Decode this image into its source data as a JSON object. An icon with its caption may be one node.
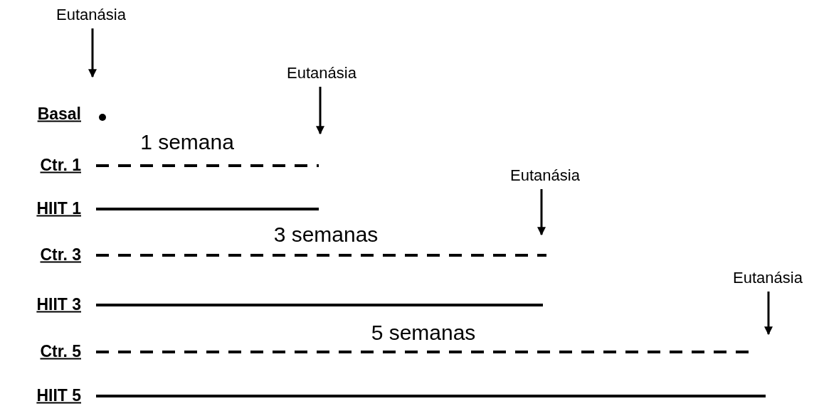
{
  "diagram": {
    "nodes": [
      {
        "text": [
          "Eutanásia"
        ]
      },
      {
        "text": [
          "Eutanásia"
        ]
      },
      {
        "text": [
          "Eutanásia"
        ]
      },
      {
        "text": [
          "Eutanásia"
        ]
      }
    ],
    "edges": [
      {
        "from": 0,
        "to": null,
        "arrow": "to"
      },
      {
        "from": 1,
        "to": null,
        "arrow": "to"
      },
      {
        "from": 2,
        "to": null,
        "arrow": "to"
      },
      {
        "from": 3,
        "to": null,
        "arrow": "to"
      }
    ],
    "labels": [
      "Basal",
      "1 semana",
      "Ctr. 1",
      "HIIT 1",
      "3 semanas",
      "Ctr. 3",
      "HIIT 3",
      "5 semanas",
      "Ctr. 5",
      "HIIT 5"
    ]
  }
}
